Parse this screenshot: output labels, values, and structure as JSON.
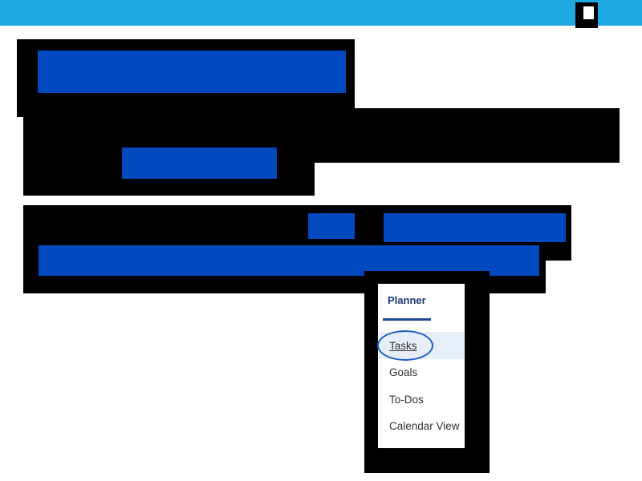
{
  "header": {
    "accent_color": "#1ea8e2",
    "corner_icon": "square-icon"
  },
  "redaction": {
    "black": "#000000",
    "blue": "#0049bf"
  },
  "planner_menu": {
    "title": "Planner",
    "title_color": "#183a75",
    "items": [
      {
        "label": "Tasks",
        "selected": true
      },
      {
        "label": "Goals",
        "selected": false
      },
      {
        "label": "To-Dos",
        "selected": false
      },
      {
        "label": "Calendar View",
        "selected": false
      }
    ],
    "highlight_color": "#1a5fc7"
  }
}
